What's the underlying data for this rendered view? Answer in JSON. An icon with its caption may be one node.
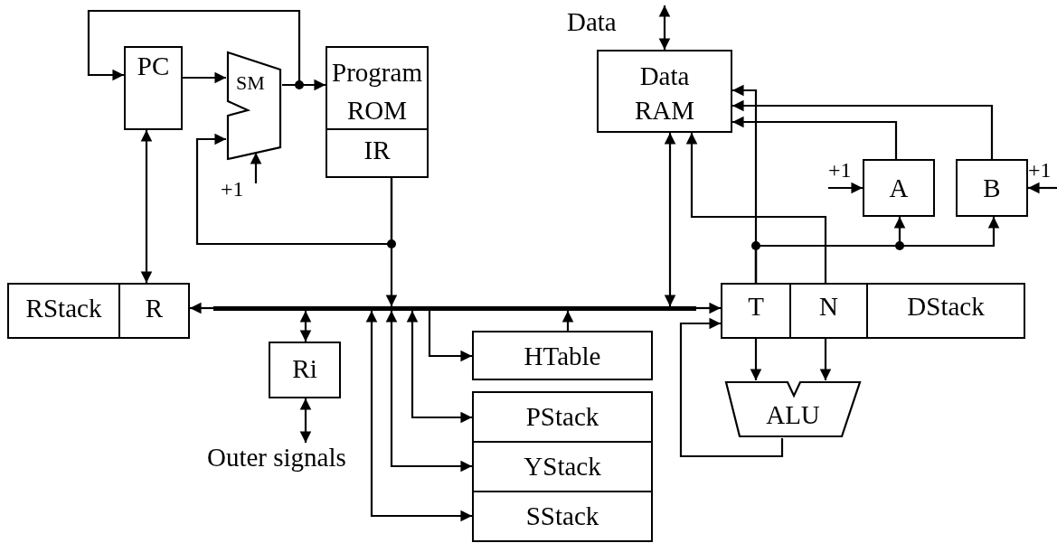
{
  "diagram": {
    "nodes": [
      {
        "text": [
          "PC"
        ]
      },
      {
        "text": [
          "SM"
        ]
      },
      {
        "text": [
          "Program ROM"
        ]
      },
      {
        "text": [
          "IR"
        ]
      },
      {
        "text": [
          "Data RAM"
        ]
      },
      {
        "text": [
          "A"
        ]
      },
      {
        "text": [
          "B"
        ]
      },
      {
        "text": [
          "RStack"
        ]
      },
      {
        "text": [
          "R"
        ]
      },
      {
        "text": [
          "Ri"
        ]
      },
      {
        "text": [
          "HTable"
        ]
      },
      {
        "text": [
          "PStack"
        ]
      },
      {
        "text": [
          "YStack"
        ]
      },
      {
        "text": [
          "SStack"
        ]
      },
      {
        "text": [
          "T"
        ]
      },
      {
        "text": [
          "N"
        ]
      },
      {
        "text": [
          "DStack"
        ]
      },
      {
        "text": [
          "ALU"
        ]
      },
      {
        "text": [],
        "shape": "bar"
      },
      {
        "text": [
          "Outer signals"
        ]
      }
    ],
    "edges": [
      {
        "from": 1,
        "to": 0,
        "arrow": "to"
      },
      {
        "from": 0,
        "to": 1,
        "arrow": "to"
      },
      {
        "from": 1,
        "to": 2,
        "arrow": "to"
      },
      {
        "from": null,
        "to": 1,
        "arrow": "to"
      },
      {
        "from": 3,
        "to": 1,
        "arrow": "to"
      },
      {
        "from": 3,
        "to": 18,
        "arrow": "to"
      },
      {
        "from": null,
        "to": 4,
        "arrow": "both"
      },
      {
        "from": 14,
        "to": 4,
        "arrow": "to"
      },
      {
        "from": 6,
        "to": 4,
        "arrow": "to"
      },
      {
        "from": 5,
        "to": 4,
        "arrow": "to"
      },
      {
        "from": null,
        "to": 5,
        "arrow": "to"
      },
      {
        "from": null,
        "to": 6,
        "arrow": "to"
      },
      {
        "from": 15,
        "to": 4,
        "arrow": "to"
      },
      {
        "from": 14,
        "to": 5,
        "arrow": "to"
      },
      {
        "from": 14,
        "to": 6,
        "arrow": "to"
      },
      {
        "from": 0,
        "to": 8,
        "arrow": "both"
      },
      {
        "from": 18,
        "to": 8,
        "arrow": "to"
      },
      {
        "from": 18,
        "to": 9,
        "arrow": "both"
      },
      {
        "from": 18,
        "to": 4,
        "arrow": "both"
      },
      {
        "from": 18,
        "to": 14,
        "arrow": "to"
      },
      {
        "from": 18,
        "to": 10,
        "arrow": "to"
      },
      {
        "from": 10,
        "to": 18,
        "arrow": "to"
      },
      {
        "from": 18,
        "to": 11,
        "arrow": "both"
      },
      {
        "from": 18,
        "to": 12,
        "arrow": "both"
      },
      {
        "from": 18,
        "to": 13,
        "arrow": "both"
      },
      {
        "from": 9,
        "to": 19,
        "arrow": "both"
      },
      {
        "from": 14,
        "to": 17,
        "arrow": "to"
      },
      {
        "from": 15,
        "to": 17,
        "arrow": "to"
      },
      {
        "from": 17,
        "to": 14,
        "arrow": "to"
      }
    ],
    "labels": [
      "Data",
      "+1",
      "+1",
      "+1"
    ]
  }
}
